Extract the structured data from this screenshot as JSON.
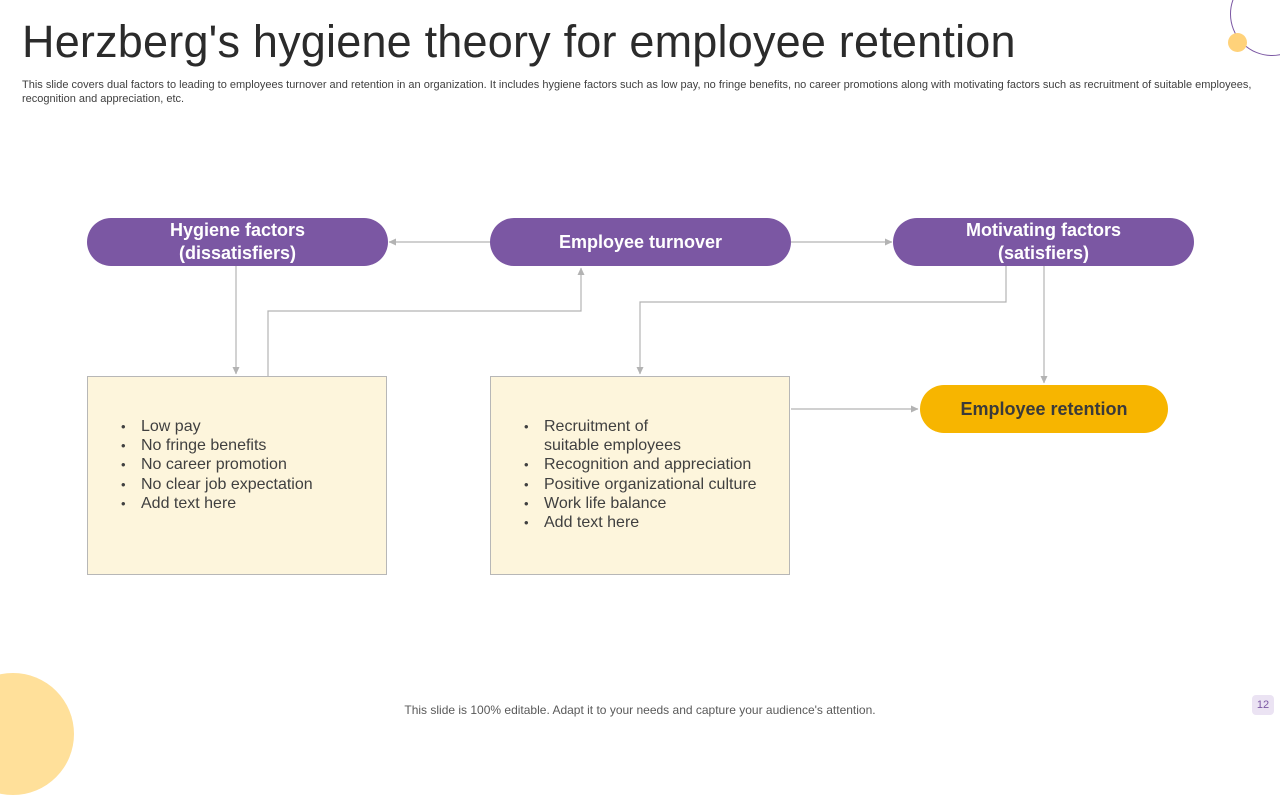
{
  "slide": {
    "title": "Herzberg's hygiene theory for employee retention",
    "subtitle": "This slide covers dual factors to leading to employees turnover and retention in an organization. It includes hygiene factors such as low pay, no fringe benefits, no career promotions along with motivating factors such as recruitment of suitable employees, recognition and appreciation, etc.",
    "footer": "This slide is 100% editable. Adapt it to your needs and capture your audience's attention.",
    "page_number": "12"
  },
  "colors": {
    "purple": "#7b57a3",
    "yellow": "#f7b500",
    "box_fill": "#fdf5dc",
    "connector": "#b3b3b3"
  },
  "diagram": {
    "hygiene": {
      "label": "Hygiene factors\n(dissatisfiers)"
    },
    "turnover": {
      "label": "Employee turnover"
    },
    "motivating": {
      "label": "Motivating factors\n(satisfiers)"
    },
    "retention": {
      "label": "Employee retention"
    },
    "hygiene_list": {
      "items": [
        "Low pay",
        "No fringe benefits",
        "No career promotion",
        "No clear job expectation",
        "Add text here"
      ]
    },
    "motivating_list": {
      "items": [
        "Recruitment of\nsuitable employees",
        "Recognition and appreciation",
        "Positive organizational  culture",
        "Work life balance",
        "Add text here"
      ]
    },
    "connections": [
      {
        "from": "turnover",
        "to": "hygiene"
      },
      {
        "from": "turnover",
        "to": "motivating"
      },
      {
        "from": "hygiene",
        "to": "hygiene_list"
      },
      {
        "from": "hygiene_list",
        "to": "turnover"
      },
      {
        "from": "motivating",
        "to": "motivating_list"
      },
      {
        "from": "motivating",
        "to": "retention"
      },
      {
        "from": "motivating_list",
        "to": "retention"
      }
    ]
  }
}
